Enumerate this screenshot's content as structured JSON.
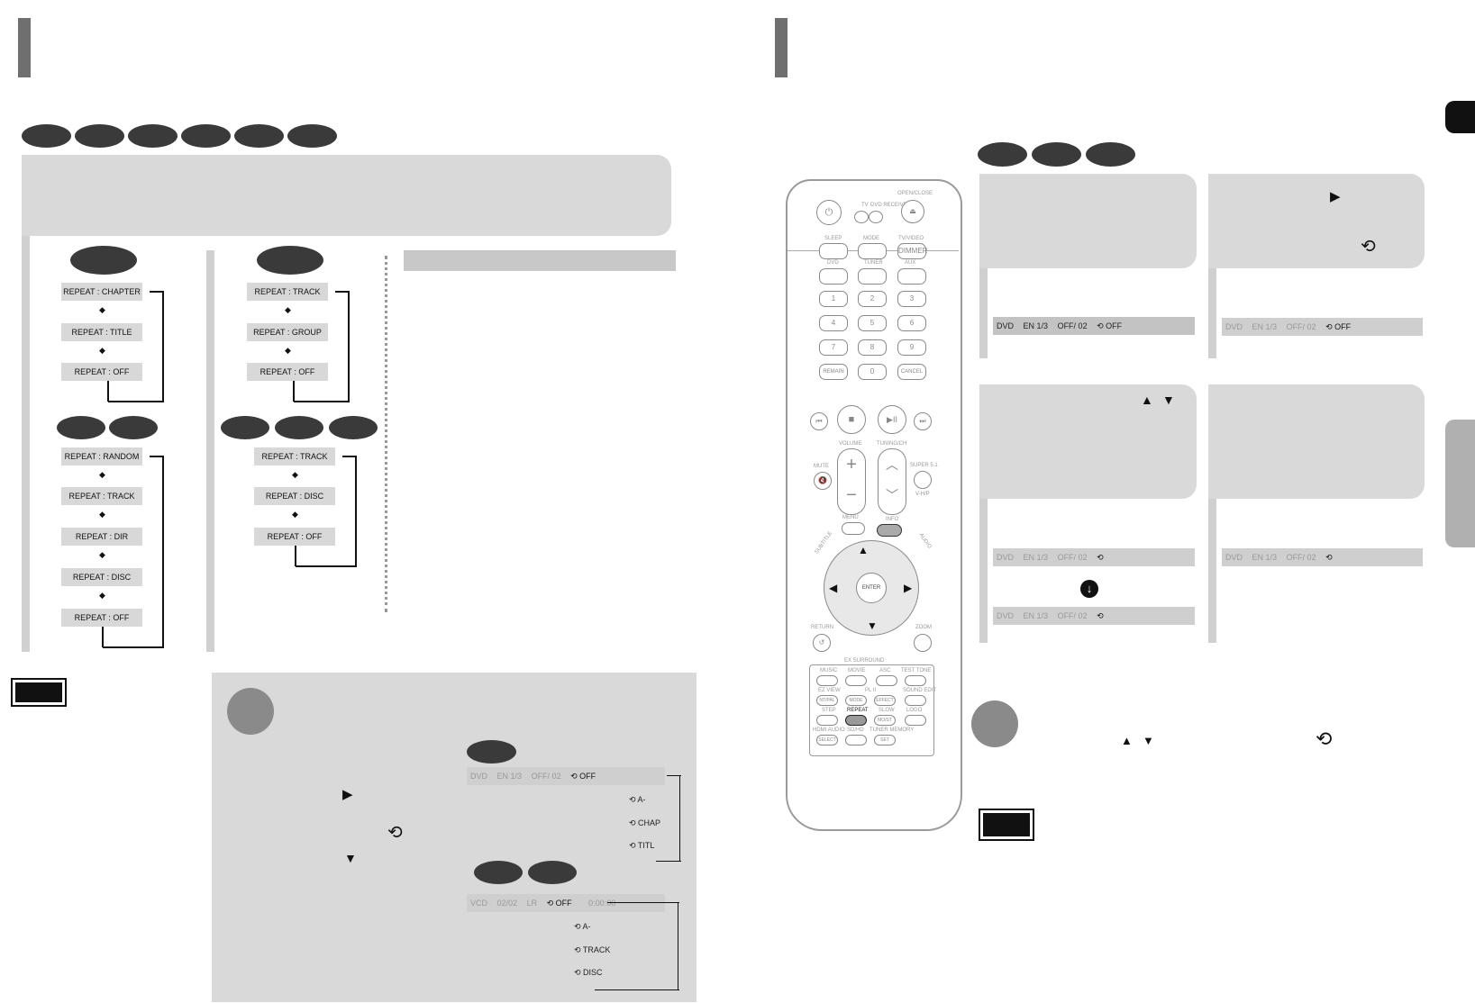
{
  "left_page": {
    "flow_chapter": [
      "REPEAT : CHAPTER",
      "REPEAT : TITLE",
      "REPEAT : OFF"
    ],
    "flow_track_group": [
      "REPEAT : TRACK",
      "REPEAT : GROUP",
      "REPEAT : OFF"
    ],
    "flow_random": [
      "REPEAT : RANDOM",
      "REPEAT : TRACK",
      "REPEAT : DIR",
      "REPEAT : DISC",
      "REPEAT : OFF"
    ],
    "flow_track_disc": [
      "REPEAT : TRACK",
      "REPEAT : DISC",
      "REPEAT : OFF"
    ],
    "osd_dvd": {
      "source": "DVD",
      "audio": "EN 1/3",
      "subtitle": "OFF/ 02",
      "repeat": "OFF"
    },
    "osd_dvd_cycle": [
      "OFF",
      "A-",
      "CHAP",
      "TITL"
    ],
    "osd_vcd": {
      "source": "VCD",
      "track": "02/02",
      "audio": "LR",
      "repeat": "OFF",
      "time": "0:00:00"
    },
    "osd_vcd_cycle": [
      "OFF",
      "A-",
      "TRACK",
      "DISC"
    ]
  },
  "right_page": {
    "osd_1": {
      "source": "DVD",
      "audio": "EN 1/3",
      "subtitle": "OFF/ 02",
      "repeat": "OFF"
    },
    "osd_2": {
      "source": "DVD",
      "audio": "EN 1/3",
      "subtitle": "OFF/ 02",
      "repeat": "OFF"
    },
    "osd_3a": {
      "source": "DVD",
      "audio": "EN 1/3",
      "subtitle": "OFF/ 02"
    },
    "osd_3b": {
      "source": "DVD",
      "audio": "EN 1/3",
      "subtitle": "OFF/ 02"
    },
    "osd_4": {
      "source": "DVD",
      "audio": "EN 1/3",
      "subtitle": "OFF/ 02"
    }
  },
  "remote": {
    "top": [
      "OPEN/CLOSE",
      "TV",
      "DVD RECEIVER"
    ],
    "row1": [
      "SLEEP",
      "MODE",
      "TV/VIDEO"
    ],
    "row1b": [
      "",
      "",
      "DIMMER"
    ],
    "row2": [
      "DVD",
      "TUNER",
      "AUX"
    ],
    "digits": [
      "1",
      "2",
      "3",
      "4",
      "5",
      "6",
      "7",
      "8",
      "9",
      "REMAIN",
      "0",
      "CANCEL"
    ],
    "labels": [
      "VOLUME",
      "TUNING/CH",
      "MUTE",
      "SUPER 5.1",
      "V-H/P",
      "MENU",
      "INFO",
      "SUBTITLE",
      "AUDIO",
      "ENTER",
      "RETURN",
      "ZOOM"
    ],
    "ex_surround": "EX SURROUND",
    "bottom1": [
      "MUSIC",
      "MOVIE",
      "ASC",
      "TEST TONE"
    ],
    "bottom2": [
      "EZ VIEW",
      "PL II",
      "SOUND EDIT"
    ],
    "bottom2b": [
      "NT/PAL",
      "MODE",
      "EFFECT"
    ],
    "bottom3": [
      "STEP",
      "REPEAT",
      "SLOW",
      "LOGO"
    ],
    "bottom3b": [
      "",
      "",
      "MO/ST",
      ""
    ],
    "bottom4": [
      "HDMI AUDIO",
      "SD/HD",
      "TUNER MEMORY"
    ],
    "bottom4b": [
      "SELECT",
      "",
      "SET"
    ]
  },
  "colors": {
    "dark_pill": "#3a3a3a",
    "panel": "#d9d9d9",
    "step_circle": "#8a8a8a",
    "side_tab": "#b0b0b0"
  }
}
